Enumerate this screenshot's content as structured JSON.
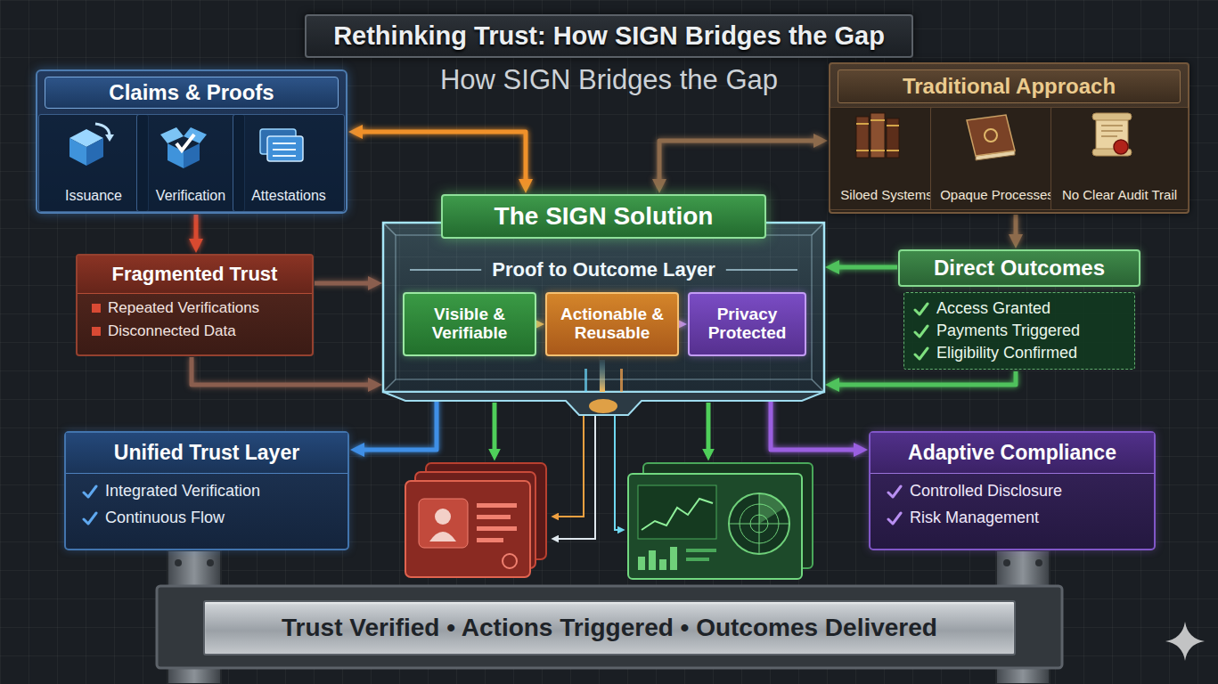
{
  "diagram": {
    "title": "Rethinking Trust: How SIGN Bridges the Gap",
    "nodes": [
      {
        "text": [
          "Claims & Proofs"
        ]
      },
      {
        "text": [
          "Issuance"
        ],
        "in": 0
      },
      {
        "text": [
          "Verification"
        ],
        "in": 0
      },
      {
        "text": [
          "Attestations"
        ],
        "in": 0
      },
      {
        "text": [
          "Traditional Approach"
        ]
      },
      {
        "text": [
          "Siloed Systems"
        ],
        "in": 4
      },
      {
        "text": [
          "Opaque Processes"
        ],
        "in": 4
      },
      {
        "text": [
          "No Clear Audit Trail"
        ],
        "in": 4
      },
      {
        "text": [
          "The SIGN Solution",
          "Proof to Outcome Layer"
        ]
      },
      {
        "text": [
          "Visible & Verifiable"
        ],
        "in": 8
      },
      {
        "text": [
          "Actionable & Reusable"
        ],
        "in": 8
      },
      {
        "text": [
          "Privacy Protected"
        ],
        "in": 8
      },
      {
        "text": [
          "Fragmented Trust",
          "Repeated Verifications",
          "Disconnected Data"
        ]
      },
      {
        "text": [
          "Direct Outcomes",
          "Access Granted",
          "Payments Triggered",
          "Eligibility Confirmed"
        ]
      },
      {
        "text": [
          "Unified Trust Layer",
          "Integrated Verification",
          "Continuous Flow"
        ]
      },
      {
        "text": [
          "Adaptive Compliance",
          "Controlled Disclosure",
          "Risk Management"
        ]
      },
      {
        "text": [
          "Trust Verified • Actions Triggered • Outcomes Delivered"
        ]
      }
    ],
    "edges": [
      {
        "from": 0,
        "to": 8,
        "arrow": "both"
      },
      {
        "from": 4,
        "to": 8,
        "arrow": "both"
      },
      {
        "from": 0,
        "to": 12,
        "arrow": "to"
      },
      {
        "from": 4,
        "to": 13,
        "arrow": "to"
      },
      {
        "from": 12,
        "to": 8,
        "arrow": "to"
      },
      {
        "from": 12,
        "to": 8,
        "arrow": "to"
      },
      {
        "from": 13,
        "to": 8,
        "arrow": "to"
      },
      {
        "from": 13,
        "to": 8,
        "arrow": "to"
      },
      {
        "from": 8,
        "to": 14,
        "arrow": "to"
      },
      {
        "from": 8,
        "to": 15,
        "arrow": "to"
      },
      {
        "from": 9,
        "to": 10,
        "arrow": "to"
      },
      {
        "from": 10,
        "to": 11,
        "arrow": "to"
      }
    ],
    "labels": [
      "How SIGN Bridges the Gap"
    ]
  }
}
